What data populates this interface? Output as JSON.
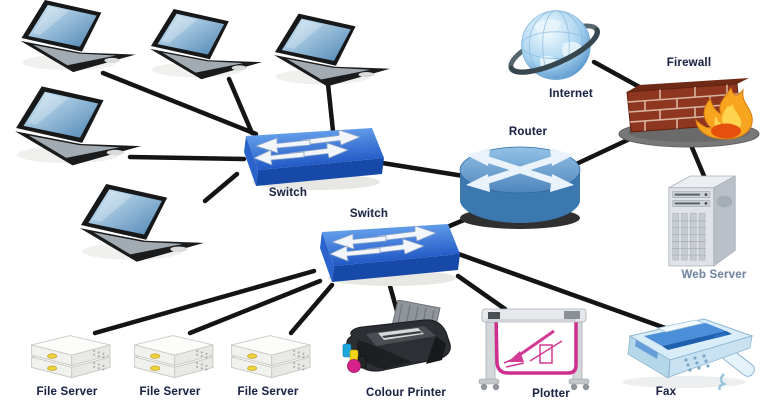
{
  "diagram": {
    "type": "network-topology",
    "labels": {
      "switch1": "Switch",
      "switch2": "Switch",
      "router": "Router",
      "internet": "Internet",
      "firewall": "Firewall",
      "web_server": "Web Server",
      "file_server_1": "File Server",
      "file_server_2": "File Server",
      "file_server_3": "File Server",
      "colour_printer": "Colour Printer",
      "plotter": "Plotter",
      "fax": "Fax"
    },
    "nodes": [
      {
        "id": "laptop-1",
        "type": "laptop",
        "label": null
      },
      {
        "id": "laptop-2",
        "type": "laptop",
        "label": null
      },
      {
        "id": "laptop-3",
        "type": "laptop",
        "label": null
      },
      {
        "id": "laptop-4",
        "type": "laptop",
        "label": null
      },
      {
        "id": "laptop-5",
        "type": "laptop",
        "label": null
      },
      {
        "id": "switch-1",
        "type": "switch",
        "label": "Switch"
      },
      {
        "id": "switch-2",
        "type": "switch",
        "label": "Switch"
      },
      {
        "id": "router",
        "type": "router",
        "label": "Router"
      },
      {
        "id": "internet",
        "type": "globe",
        "label": "Internet"
      },
      {
        "id": "firewall",
        "type": "brick-wall-flame",
        "label": "Firewall"
      },
      {
        "id": "web-server",
        "type": "server-tower",
        "label": "Web Server"
      },
      {
        "id": "file-server-1",
        "type": "file-server",
        "label": "File Server"
      },
      {
        "id": "file-server-2",
        "type": "file-server",
        "label": "File Server"
      },
      {
        "id": "file-server-3",
        "type": "file-server",
        "label": "File Server"
      },
      {
        "id": "colour-printer",
        "type": "printer",
        "label": "Colour Printer"
      },
      {
        "id": "plotter",
        "type": "plotter",
        "label": "Plotter"
      },
      {
        "id": "fax",
        "type": "fax-machine",
        "label": "Fax"
      }
    ],
    "edges": [
      [
        "laptop-1",
        "switch-1"
      ],
      [
        "laptop-2",
        "switch-1"
      ],
      [
        "laptop-3",
        "switch-1"
      ],
      [
        "laptop-4",
        "switch-1"
      ],
      [
        "laptop-5",
        "switch-1"
      ],
      [
        "switch-1",
        "router"
      ],
      [
        "router",
        "firewall"
      ],
      [
        "internet",
        "firewall"
      ],
      [
        "firewall",
        "web-server"
      ],
      [
        "router",
        "switch-2"
      ],
      [
        "switch-2",
        "file-server-1"
      ],
      [
        "switch-2",
        "file-server-2"
      ],
      [
        "switch-2",
        "file-server-3"
      ],
      [
        "switch-2",
        "colour-printer"
      ],
      [
        "switch-2",
        "plotter"
      ],
      [
        "switch-2",
        "fax"
      ]
    ],
    "colors": {
      "background": "#ffffff",
      "connection_line": "#141414",
      "switch_blue": "#2e6bd4",
      "router_blue": "#3b78b0",
      "firewall_brick": "#8f3620",
      "flame_orange": "#f7a41f",
      "plotter_pink": "#cf2e8e",
      "fax_blue": "#d9edf8",
      "label_dark": "#1d2340",
      "label_light": "#76889f"
    }
  }
}
